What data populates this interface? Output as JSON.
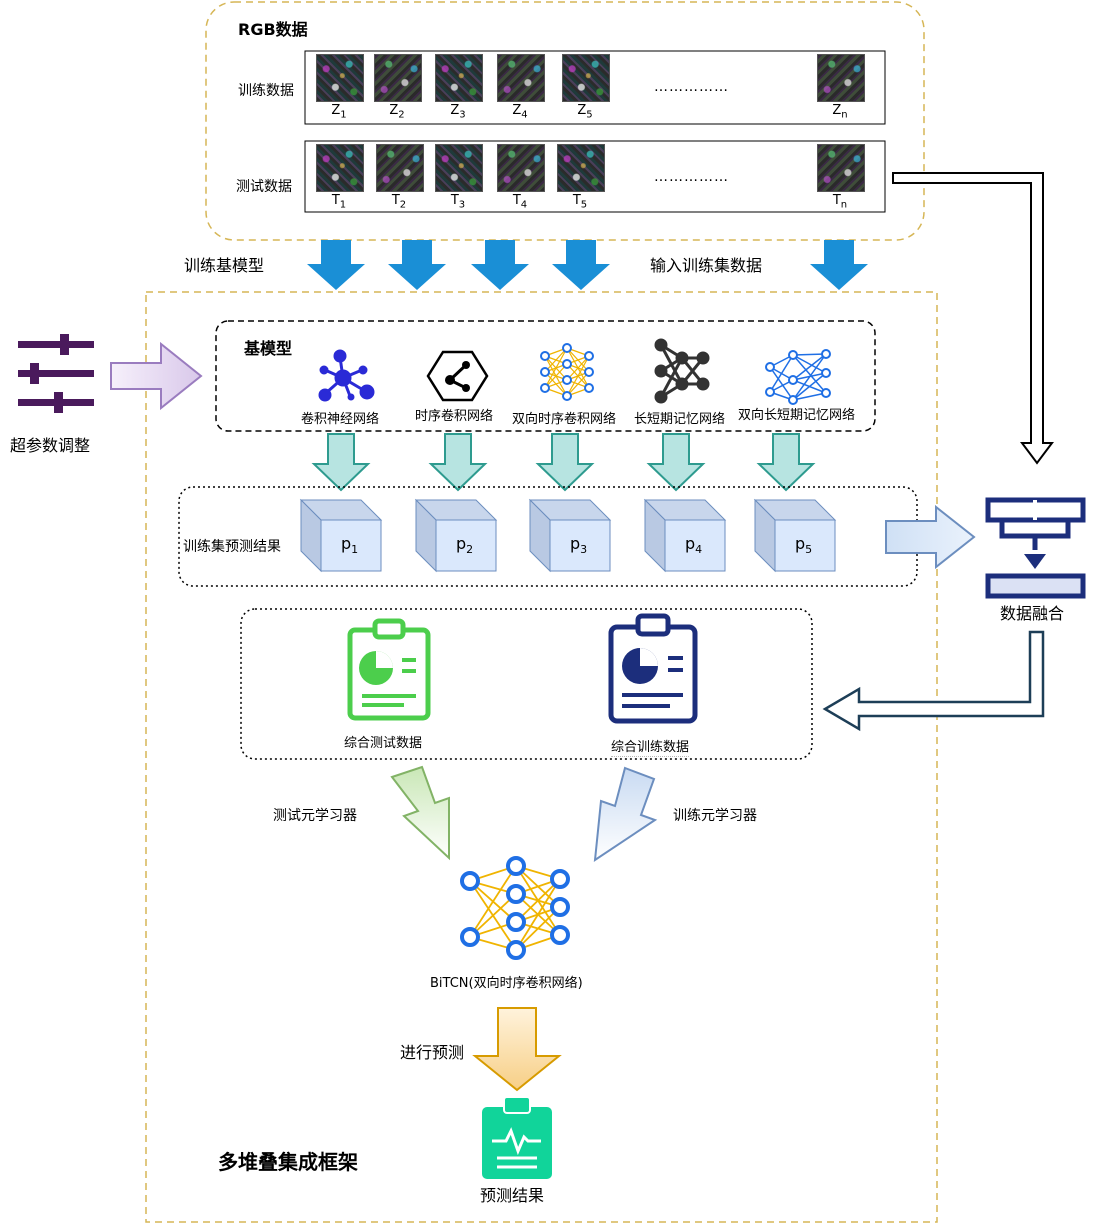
{
  "rgb_section": {
    "title": "RGB数据",
    "train_row_label": "训练数据",
    "test_row_label": "测试数据",
    "ellipsis": "……………",
    "train_items": [
      {
        "base": "Z",
        "sub": "1"
      },
      {
        "base": "Z",
        "sub": "2"
      },
      {
        "base": "Z",
        "sub": "3"
      },
      {
        "base": "Z",
        "sub": "4"
      },
      {
        "base": "Z",
        "sub": "5"
      },
      {
        "base": "Z",
        "sub": "n"
      }
    ],
    "test_items": [
      {
        "base": "T",
        "sub": "1"
      },
      {
        "base": "T",
        "sub": "2"
      },
      {
        "base": "T",
        "sub": "3"
      },
      {
        "base": "T",
        "sub": "4"
      },
      {
        "base": "T",
        "sub": "5"
      },
      {
        "base": "T",
        "sub": "n"
      }
    ]
  },
  "flow_labels": {
    "train_base": "训练基模型",
    "input_train": "输入训练集数据",
    "hyperparam": "超参数调整",
    "data_fusion": "数据融合",
    "test_meta": "测试元学习器",
    "train_meta": "训练元学习器",
    "predict": "进行预测"
  },
  "base_models": {
    "title": "基模型",
    "models": [
      {
        "label": "卷积神经网络",
        "icon": "molecule-icon"
      },
      {
        "label": "时序卷积网络",
        "icon": "hexagon-network-icon"
      },
      {
        "label": "双向时序卷积网络",
        "icon": "neural-network-icon"
      },
      {
        "label": "长短期记忆网络",
        "icon": "dark-network-icon"
      },
      {
        "label": "双向长短期记忆网络",
        "icon": "blue-network-icon"
      }
    ]
  },
  "predictions": {
    "row_label": "训练集预测结果",
    "items": [
      {
        "base": "p",
        "sub": "1"
      },
      {
        "base": "p",
        "sub": "2"
      },
      {
        "base": "p",
        "sub": "3"
      },
      {
        "base": "p",
        "sub": "4"
      },
      {
        "base": "p",
        "sub": "5"
      }
    ]
  },
  "combined": {
    "test_label": "综合测试数据",
    "train_label": "综合训练数据"
  },
  "meta_model": {
    "label": "BiTCN(双向时序卷积网络)"
  },
  "result": {
    "label": "预测结果"
  },
  "framework": {
    "title": "多堆叠集成框架"
  },
  "colors": {
    "dashed_orange": "#d6b656",
    "blue_arrow": "#1a8fd6",
    "teal_arrow_fill": "#b7e4e1",
    "teal_arrow_stroke": "#2e9b8f",
    "cube_fill": "#dae8fc",
    "cube_stroke": "#6c8ebf",
    "green": "#4cce4c",
    "navy": "#1c2e7c",
    "purple": "#4a1a5c",
    "mint": "#11d49a"
  }
}
